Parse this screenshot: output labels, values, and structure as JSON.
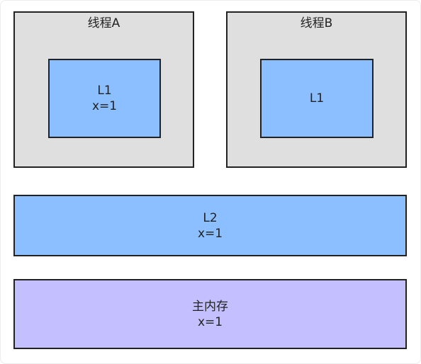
{
  "thread_a": {
    "title": "线程A",
    "l1": {
      "name": "L1",
      "value": "x=1"
    }
  },
  "thread_b": {
    "title": "线程B",
    "l1": {
      "name": "L1"
    }
  },
  "l2": {
    "name": "L2",
    "value": "x=1"
  },
  "main_memory": {
    "name": "主内存",
    "value": "x=1"
  },
  "colors": {
    "thread_background": "#dfdfdf",
    "cache_background": "#8cbfff",
    "memory_background": "#c4c0ff",
    "border": "#222222"
  }
}
